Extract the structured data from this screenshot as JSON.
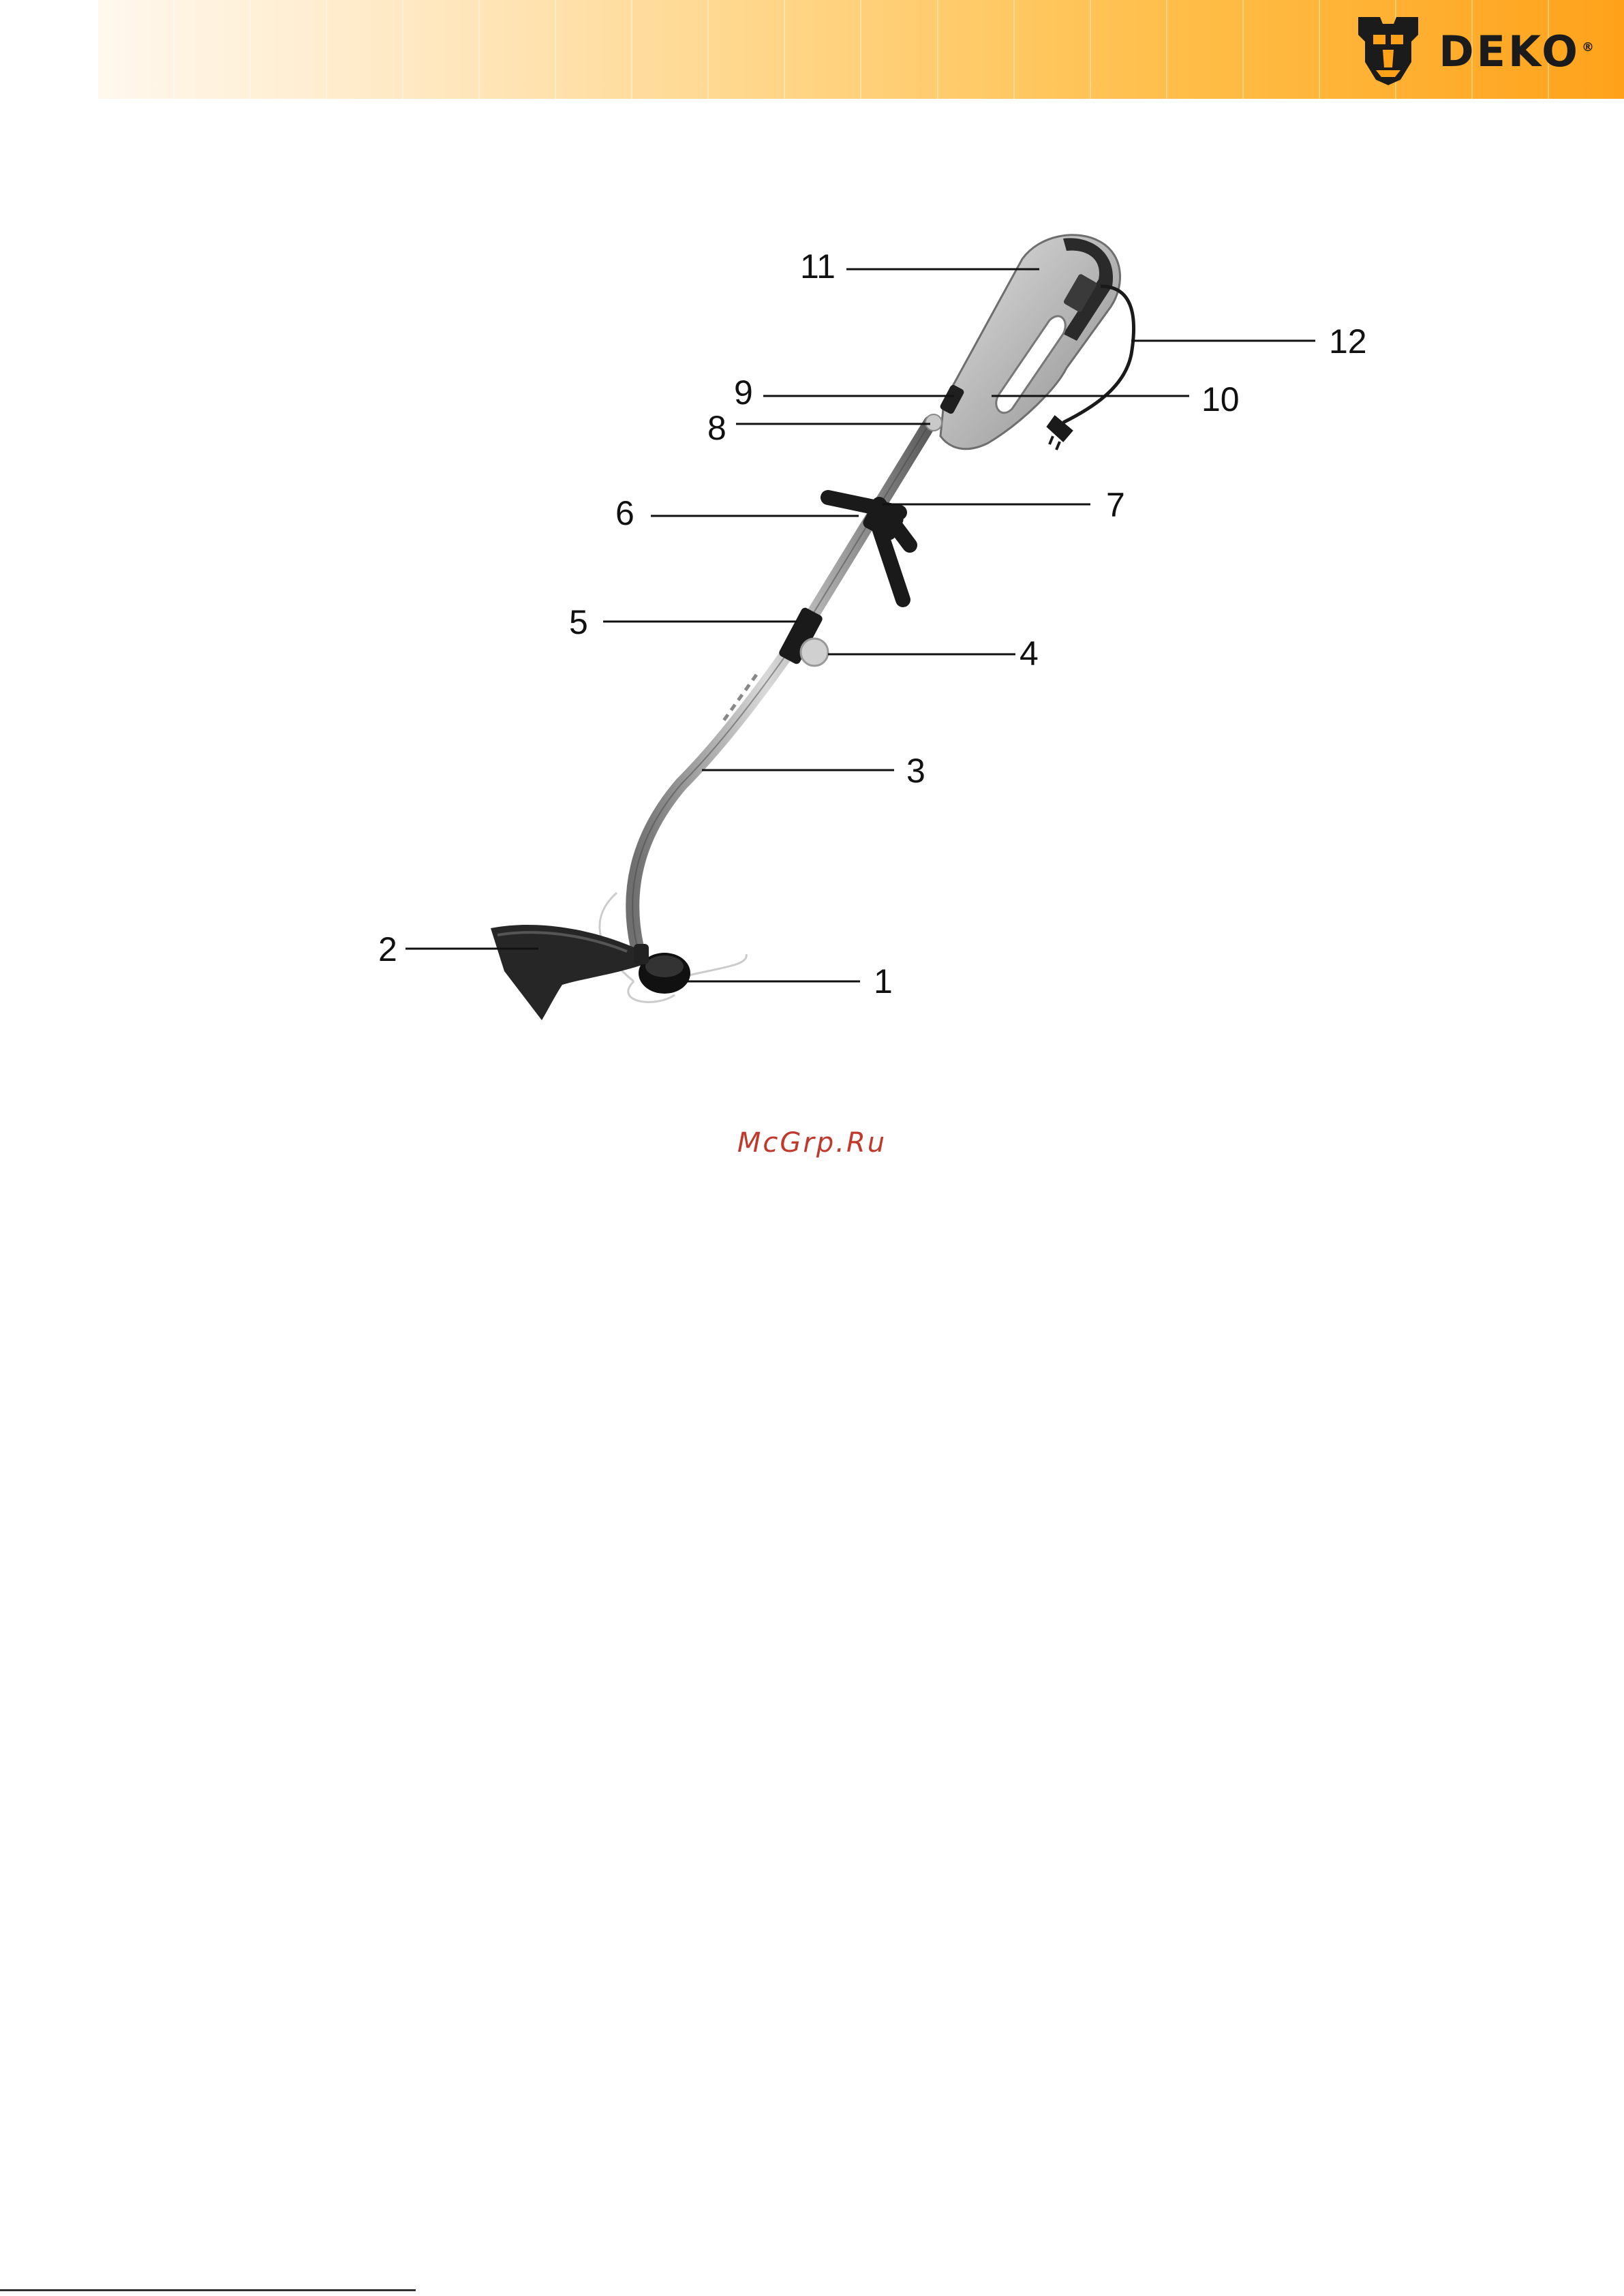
{
  "header": {
    "brand": "DEKO",
    "brand_mark": "®",
    "logo_icon": "deko-mask-logo-icon",
    "accent_color": "#ffa21a"
  },
  "diagram": {
    "callouts": [
      "1",
      "2",
      "3",
      "4",
      "5",
      "6",
      "7",
      "8",
      "9",
      "10",
      "11",
      "12"
    ]
  },
  "watermark": "McGrp.Ru"
}
